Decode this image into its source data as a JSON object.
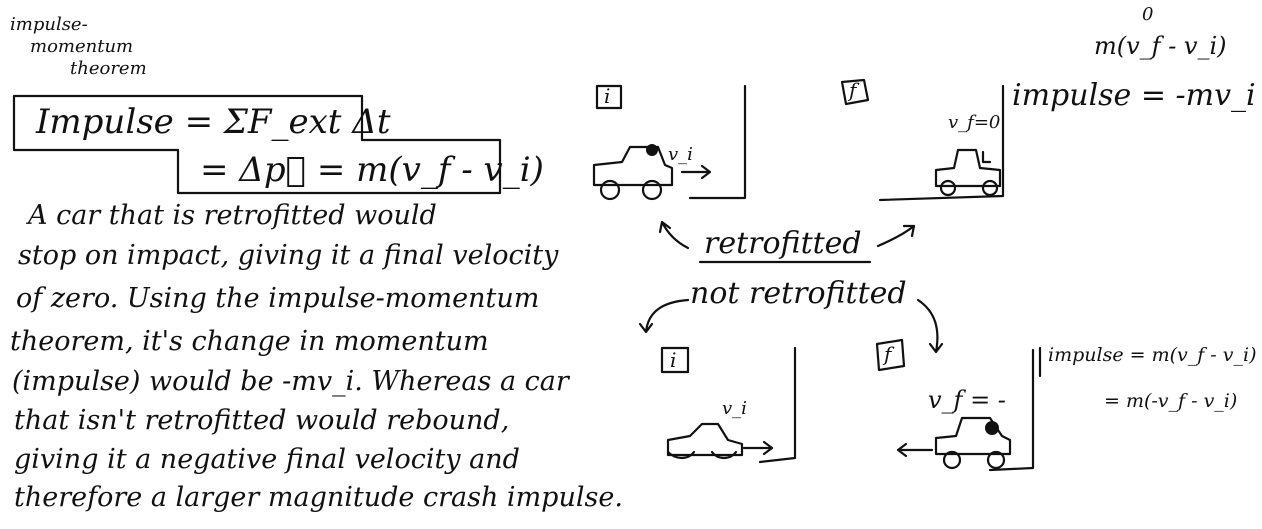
{
  "heading": {
    "line1": "impulse-",
    "line2": "momentum",
    "line3": "theorem"
  },
  "equation": {
    "line1": "Impulse = ΣF_ext Δt",
    "line2": "= Δp⃗ = m(v_f - v_i)"
  },
  "explanation": [
    "A car that is retrofitted would",
    "stop on impact, giving it a final velocity",
    "of zero. Using the impulse-momentum",
    "theorem, it's change in momentum",
    "(impulse) would be  -mv_i. Whereas a car",
    "that isn't retrofitted would rebound,",
    "giving it a negative final velocity and",
    "therefore a larger magnitude crash impulse."
  ],
  "retrofitted": {
    "initial_label": "i",
    "final_label": "f",
    "initial_velocity": "v_i",
    "final_velocity": "v_f=0",
    "caption": "retrofitted",
    "impulse_top": "m(v_f - v_i)",
    "impulse_zero": "0",
    "impulse_result": "impulse = -mv_i"
  },
  "not_retrofitted": {
    "caption": "not retrofitted",
    "initial_label": "i",
    "final_label": "f",
    "initial_velocity": "v_i",
    "final_velocity": "v_f = -",
    "impulse_line1": "impulse = m(v_f - v_i)",
    "impulse_line2": "= m(-v_f - v_i)"
  }
}
